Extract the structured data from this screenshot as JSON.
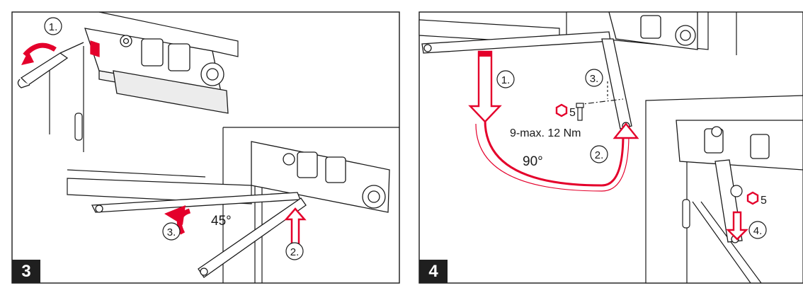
{
  "panels": [
    {
      "step": "3",
      "callouts": [
        "1.",
        "2.",
        "3."
      ],
      "angle": "45°"
    },
    {
      "step": "4",
      "callouts": [
        "1.",
        "2.",
        "3.",
        "4."
      ],
      "angle": "90°",
      "torque": "9-max. 12 Nm",
      "hex_size": "5",
      "hex_size_2": "5"
    }
  ],
  "colors": {
    "arrow_red": "#e4002b",
    "line": "#1a1a1a",
    "frame": "#e8e8e8",
    "badge": "#1f1f1f"
  }
}
